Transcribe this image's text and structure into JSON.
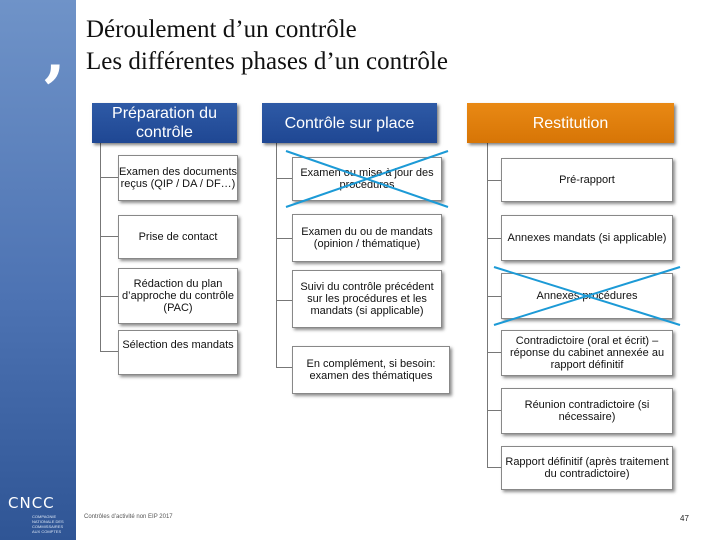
{
  "title": {
    "line1": "Déroulement d’un contrôle",
    "line2": "Les différentes phases d’un contrôle"
  },
  "logo": {
    "text": "CNCC",
    "subtitle": "COMPAGNIE NATIONALE DES COMMISSAIRES AUX COMPTES"
  },
  "columns": [
    {
      "heading": "Préparation du contrôle",
      "color": "#1f4793",
      "items": [
        "Examen des documents reçus (QIP / DA / DF…)",
        "Prise de contact",
        "Rédaction du plan d’approche du contrôle (PAC)",
        "Sélection des mandats"
      ]
    },
    {
      "heading": "Contrôle sur place",
      "color": "#1f4793",
      "items": [
        "Examen ou mise à jour des procédures",
        "Examen du ou de mandats (opinion / thématique)",
        "Suivi du contrôle précédent sur les procédures et les mandats (si applicable)",
        "En complément, si besoin: examen des thématiques"
      ],
      "struck_items": [
        0
      ]
    },
    {
      "heading": "Restitution",
      "color": "#e07d0b",
      "items": [
        "Pré-rapport",
        "Annexes mandats (si applicable)",
        "Annexes procédures",
        "Contradictoire (oral et écrit) – réponse du cabinet annexée au rapport définitif",
        "Réunion contradictoire (si nécessaire)",
        "Rapport définitif (après traitement du contradictoire)"
      ],
      "struck_items": [
        2
      ]
    }
  ],
  "footer": {
    "note": "Contrôles d’activité non EIP 2017",
    "page": "47"
  }
}
